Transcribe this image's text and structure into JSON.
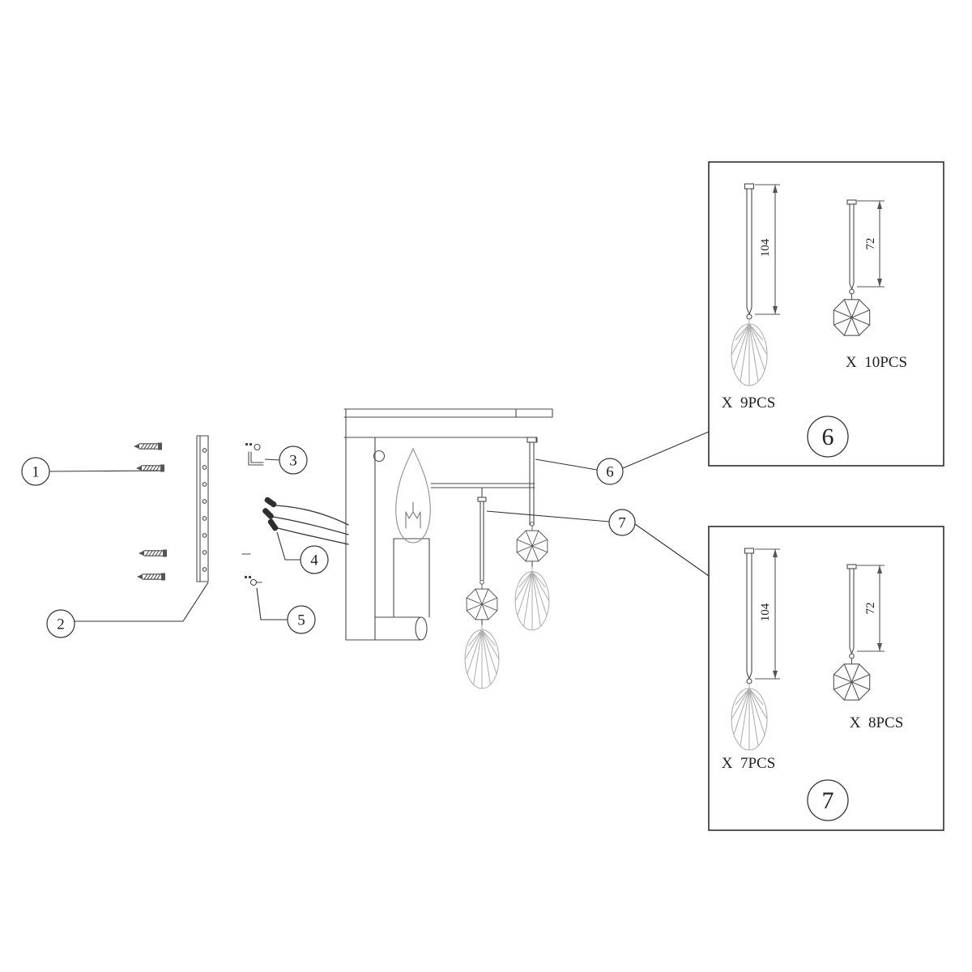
{
  "diagram_type": "lighting-fixture-assembly-exploded-diagram",
  "callouts": [
    "1",
    "2",
    "3",
    "4",
    "5",
    "6",
    "7"
  ],
  "boxes": [
    {
      "badge": "6",
      "pendant_drop": {
        "length": "104",
        "count": "X  9PCS"
      },
      "pendant_octagon": {
        "length": "72",
        "count": "X  10PCS"
      }
    },
    {
      "badge": "7",
      "pendant_drop": {
        "length": "104",
        "count": "X  7PCS"
      },
      "pendant_octagon": {
        "length": "72",
        "count": "X  8PCS"
      }
    }
  ],
  "colors": {
    "line": "#4a4a4a",
    "crystal": "#b0b0b0",
    "text": "#222222"
  }
}
